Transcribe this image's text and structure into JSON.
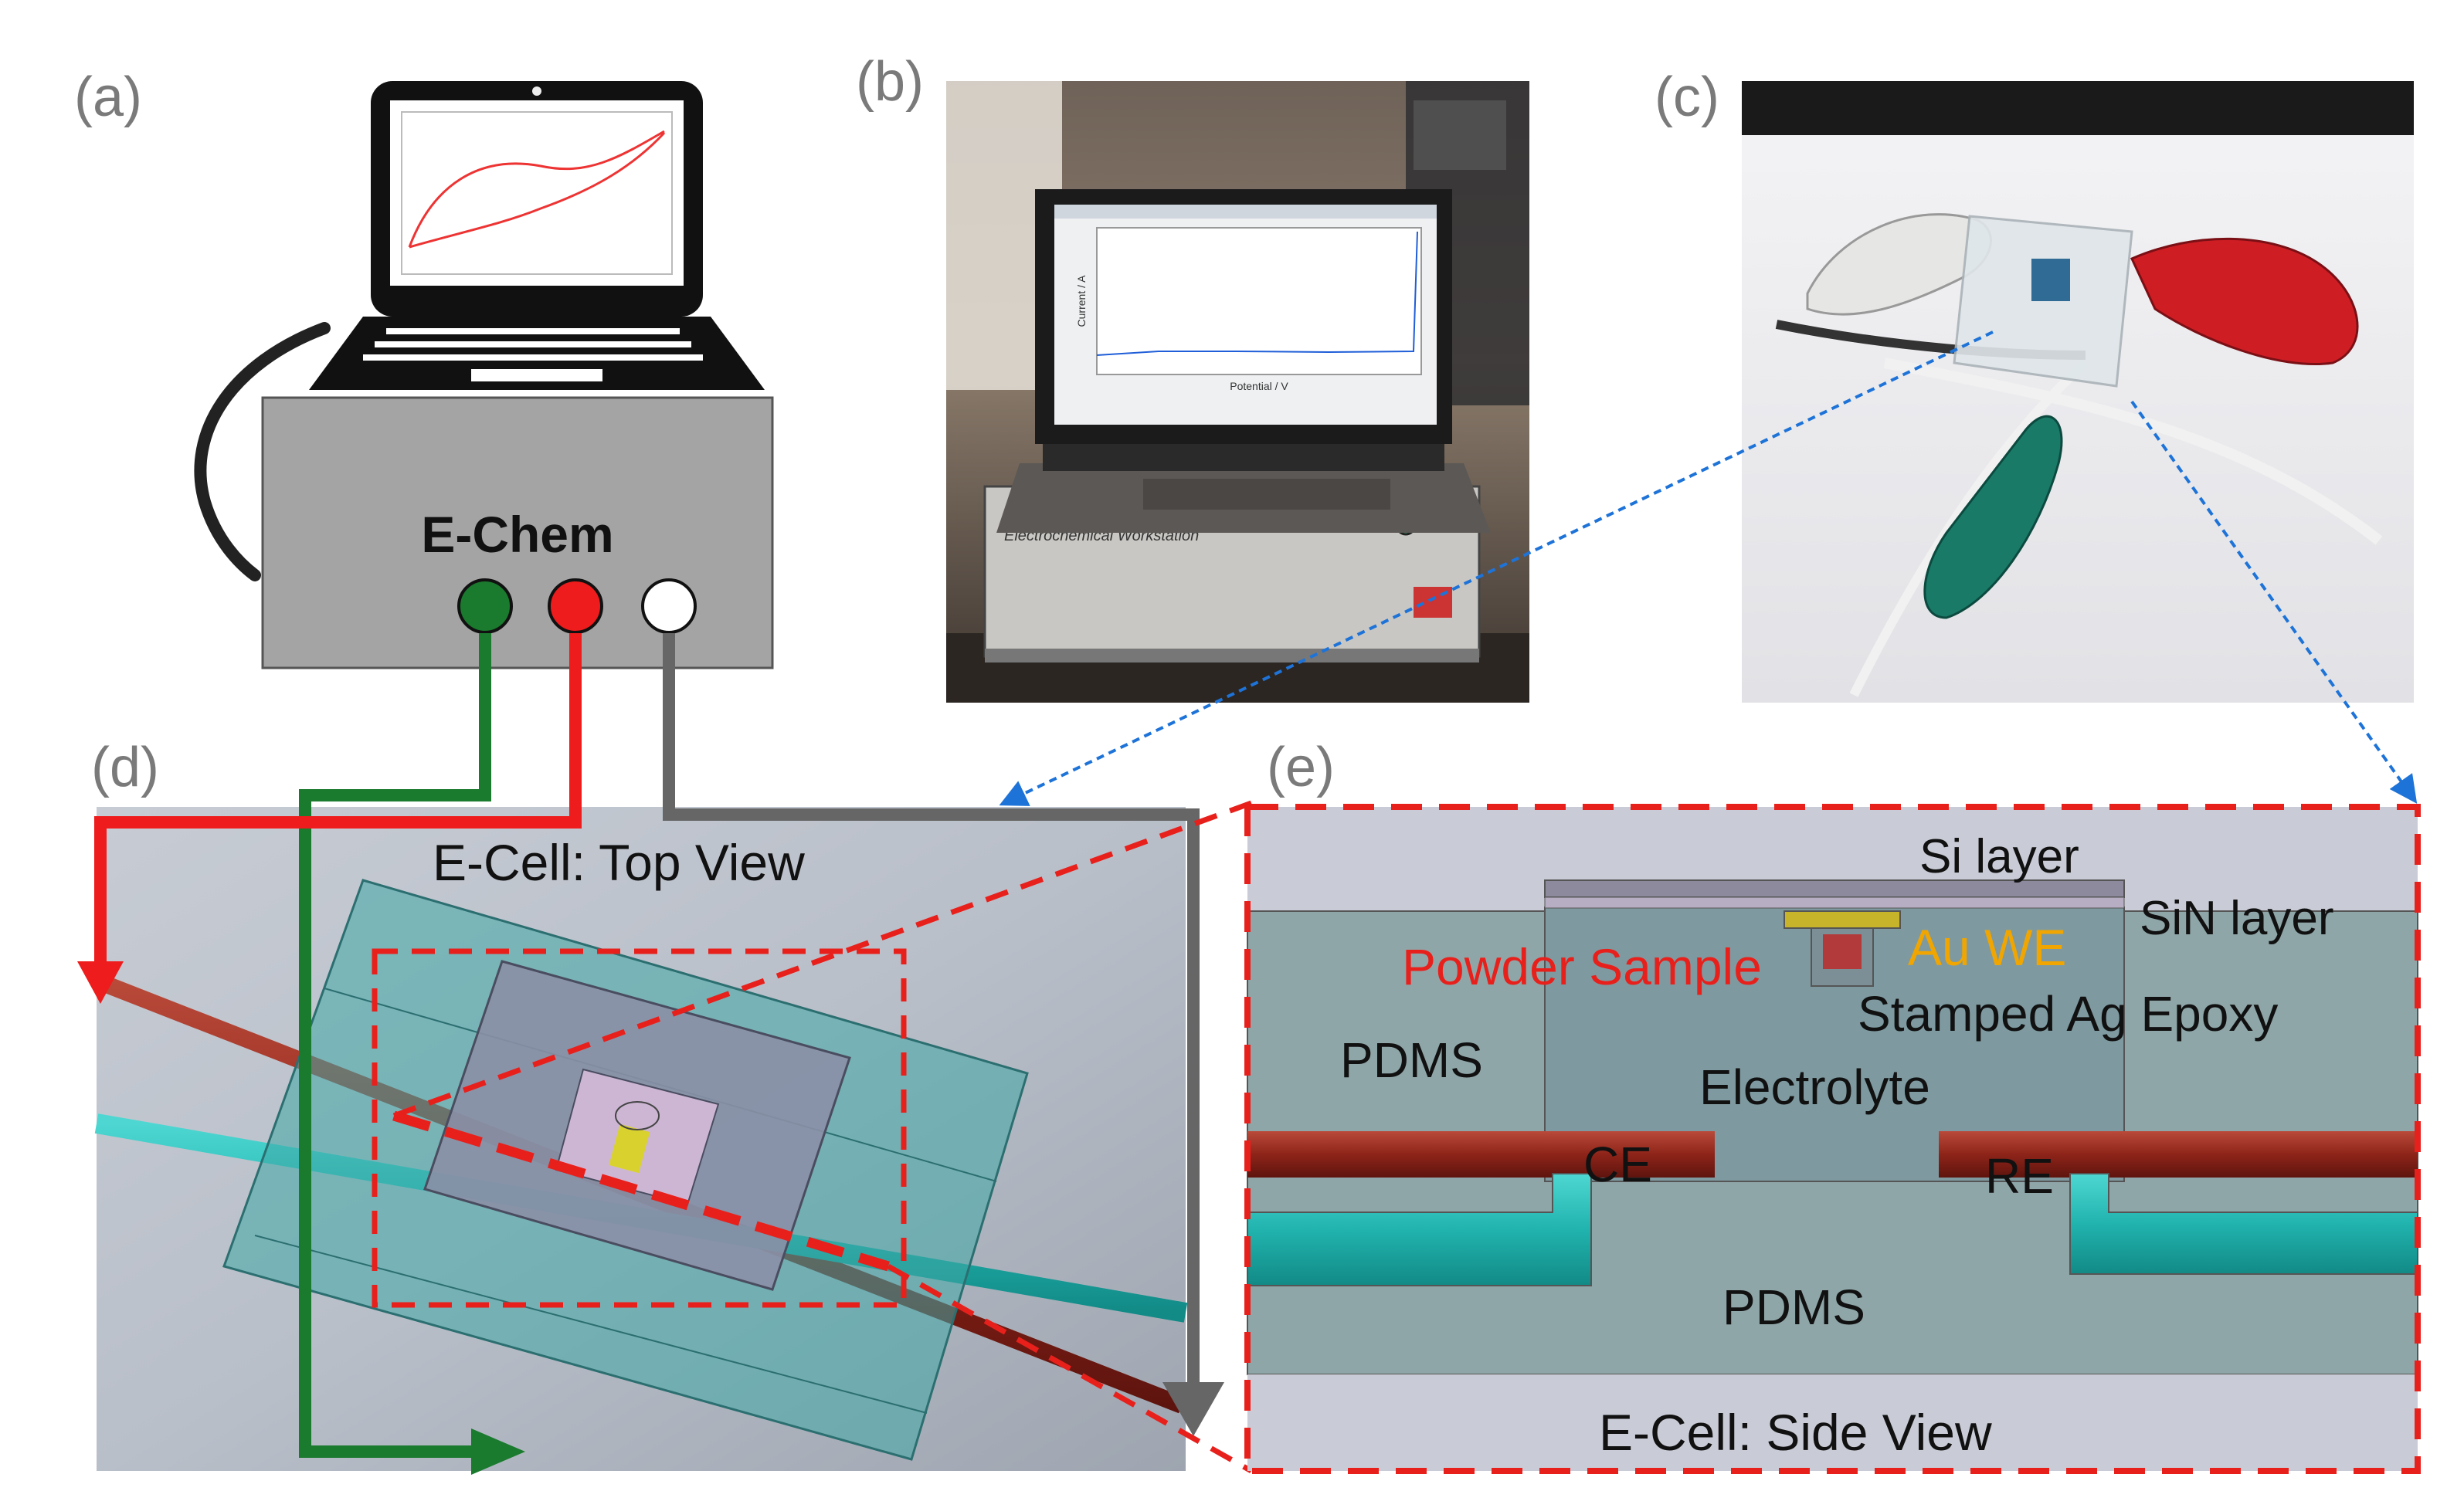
{
  "panels": {
    "a": {
      "label": "(a)",
      "device_label": "E-Chem"
    },
    "b": {
      "label": "(b)",
      "screen_xlabel": "Potential / V",
      "screen_ylabel": "Current / A",
      "workstation_label": "Electrochemical Workstation"
    },
    "c": {
      "label": "(c)"
    },
    "d": {
      "label": "(d)",
      "title": "E-Cell: Top View"
    },
    "e": {
      "label": "(e)",
      "title": "E-Cell: Side View",
      "layers": {
        "si": "Si layer",
        "sin": "SiN layer",
        "au": "Au WE",
        "powder": "Powder Sample",
        "epoxy": "Stamped Ag Epoxy",
        "pdms_top": "PDMS",
        "electrolyte": "Electrolyte",
        "ce": "CE",
        "re": "RE",
        "pdms_bottom": "PDMS"
      }
    }
  },
  "colors": {
    "green_wire": "#1a7a2e",
    "red_wire": "#ee1c1c",
    "gray_wire": "#666666",
    "dashed_box": "#e8201c",
    "pointer": "#1e73d8",
    "au_text": "#f0a500",
    "powder_text": "#e8201c",
    "pdms": "#8fa6a8",
    "pdms_dark": "#7e9699"
  },
  "icons": [
    "laptop-icon",
    "potentiostat-box",
    "alligator-clip-icon"
  ]
}
